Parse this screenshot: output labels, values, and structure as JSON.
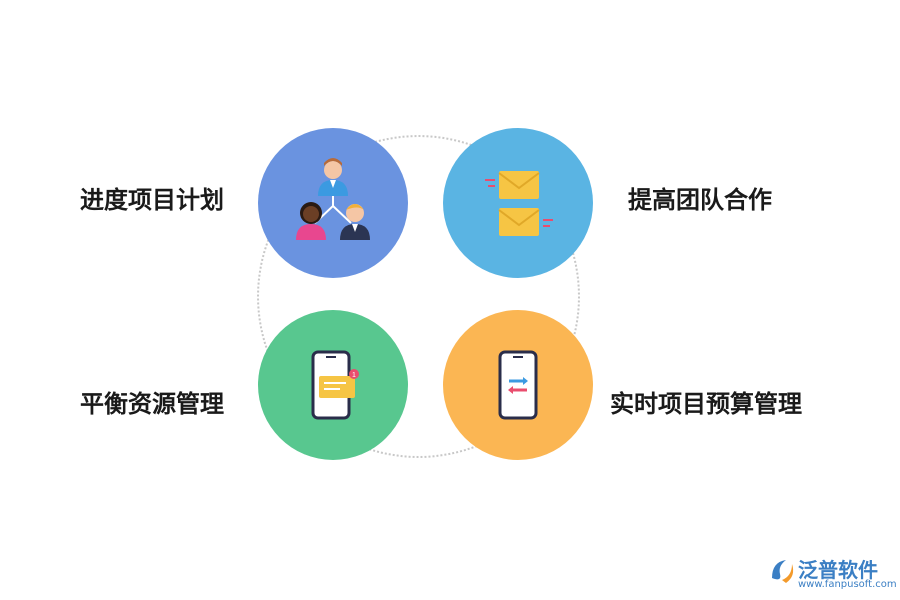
{
  "items": [
    {
      "label": "进度项目计划",
      "icon": "team-hierarchy-icon",
      "color": "#6a93e0"
    },
    {
      "label": "提高团队合作",
      "icon": "envelopes-icon",
      "color": "#5ab4e3"
    },
    {
      "label": "平衡资源管理",
      "icon": "phone-message-icon",
      "color": "#58c78f"
    },
    {
      "label": "实时项目预算管理",
      "icon": "phone-transfer-icon",
      "color": "#fbb653"
    }
  ],
  "logo": {
    "name": "泛普软件",
    "url": "www.fanpusoft.com",
    "color": "#3b7fc4"
  }
}
